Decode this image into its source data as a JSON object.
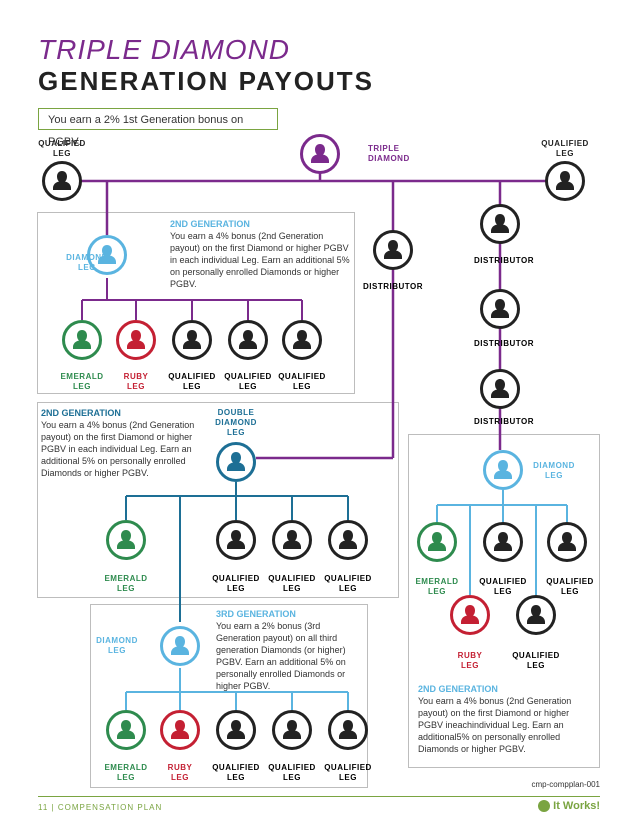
{
  "title_line1": "TRIPLE DIAMOND",
  "title_line2": "GENERATION PAYOUTS",
  "intro": "You earn a 2% 1st Generation bonus on PGBV.",
  "labels": {
    "triple_diamond": "TRIPLE\nDIAMOND",
    "qualified_leg": "QUALIFIED\nLEG",
    "diamond_leg": "DIAMOND\nLEG",
    "double_diamond": "DOUBLE\nDIAMOND\nLEG",
    "distributor": "DISTRIBUTOR",
    "emerald_leg": "EMERALD\nLEG",
    "ruby_leg": "RUBY\nLEG"
  },
  "text_2nd_gen_top": {
    "heading": "2ND GENERATION",
    "body": "You earn a 4% bonus (2nd Generation payout) on the first Diamond or higher PGBV in each individual Leg. Earn an additional 5% on personally enrolled Diamonds or higher PGBV."
  },
  "text_2nd_gen_mid": {
    "heading": "2ND GENERATION",
    "body": "You earn a 4% bonus (2nd Generation payout) on the first Diamond or higher PGBV in each individual Leg. Earn an additional 5% on personally enrolled Diamonds or higher PGBV."
  },
  "text_3rd_gen": {
    "heading": "3RD GENERATION",
    "body": "You earn a 2% bonus (3rd Generation payout) on all third generation Diamonds (or higher) PGBV. Earn an additional 5% on personally enrolled Diamonds or higher PGBV."
  },
  "text_2nd_gen_right": {
    "heading": "2ND GENERATION",
    "body": "You earn a 4% bonus (2nd Generation payout) on the first Diamond or higher PGBV ineachindividual Leg. Earn an additional5% on personally enrolled Diamonds or higher PGBV."
  },
  "footer": "11 | COMPENSATION PLAN",
  "code": "cmp-compplan-001",
  "logo": "It Works!",
  "colors": {
    "purple": "#7b2a8c",
    "diamond": "#5ab4e0",
    "double": "#1d6f95",
    "emerald": "#2e8b4e",
    "ruby": "#c42033",
    "black": "#222222",
    "green": "#7aa441"
  }
}
